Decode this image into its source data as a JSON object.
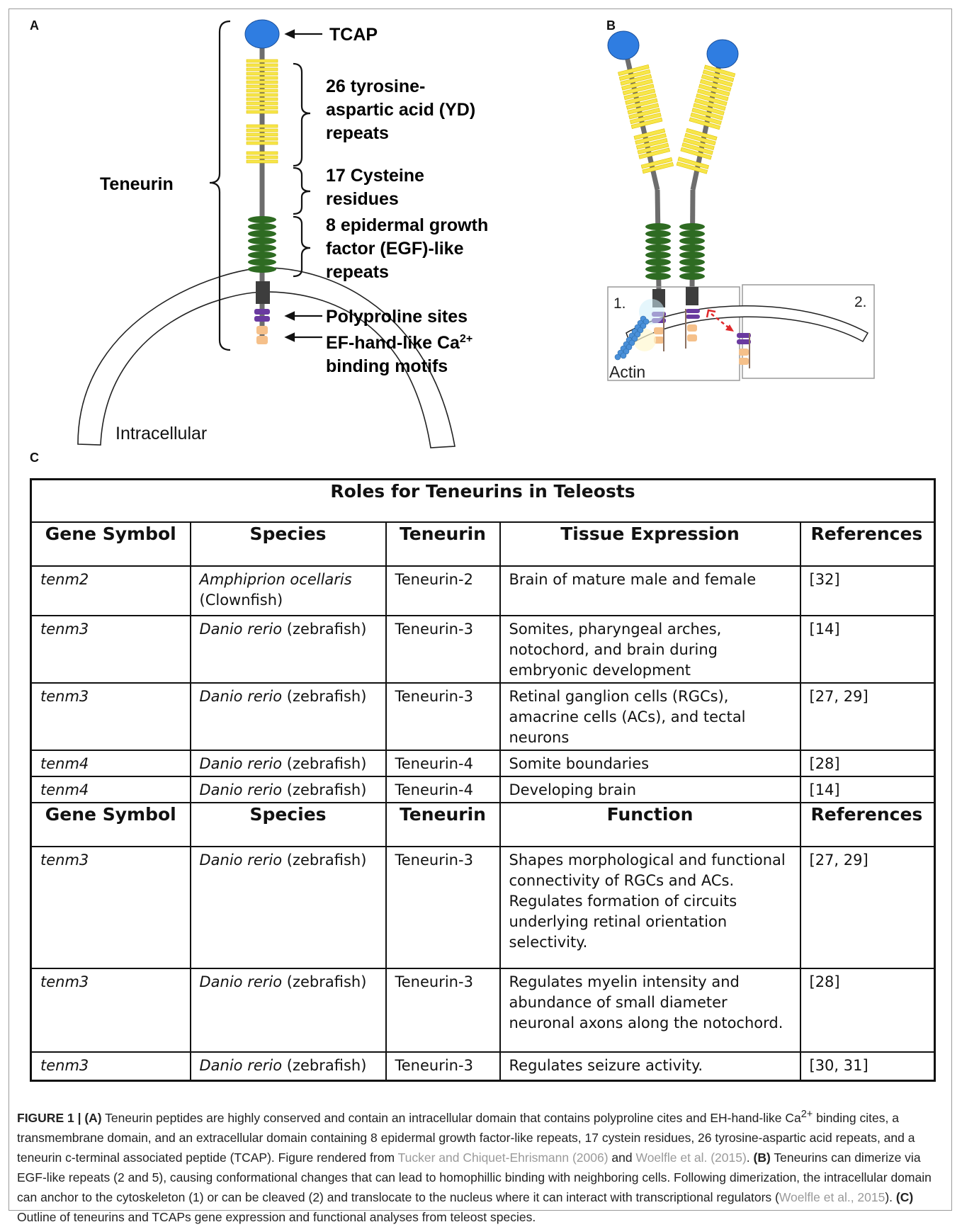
{
  "panels": {
    "a": "A",
    "b": "B",
    "c": "C"
  },
  "panel_a": {
    "tcap": "TCAP",
    "teneurin": "Teneurin",
    "yd_1": "26 tyrosine-",
    "yd_2": "aspartic acid (YD)",
    "yd_3": "repeats",
    "cys_1": "17 Cysteine",
    "cys_2": "residues",
    "egf_1": "8 epidermal growth",
    "egf_2": "factor (EGF)-like",
    "egf_3": "repeats",
    "polyproline": "Polyproline sites",
    "efhand_1": "EF-hand-like Ca",
    "efhand_sup": "2+",
    "efhand_2": "binding motifs",
    "intracellular": "Intracellular"
  },
  "panel_b": {
    "box1": "1.",
    "box2": "2.",
    "actin": "Actin"
  },
  "colors": {
    "tcap": "#2f7de1",
    "yd": "#f7e64a",
    "egf": "#2e6b22",
    "tm": "#3d3d3d",
    "polyproline": "#6a3aa0",
    "efhand": "#f5c08a",
    "arrow_red": "#e0292b"
  },
  "table": {
    "title": "Roles for Teneurins in Teleosts",
    "headers1": [
      "Gene Symbol",
      "Species",
      "Teneurin",
      "Tissue Expression",
      "References"
    ],
    "rows1": [
      {
        "gene": "tenm2",
        "species_italic": "Amphiprion ocellaris",
        "species_common": "(Clownfish)",
        "teneurin": "Teneurin-2",
        "text": "Brain of mature male and female",
        "ref": "[32]"
      },
      {
        "gene": "tenm3",
        "species_italic": "Danio rerio",
        "species_common": "(zebrafish)",
        "teneurin": "Teneurin-3",
        "text": "Somites, pharyngeal arches, notochord, and brain during embryonic development",
        "ref": "[14]"
      },
      {
        "gene": "tenm3",
        "species_italic": "Danio rerio",
        "species_common": "(zebrafish)",
        "teneurin": "Teneurin-3",
        "text": "Retinal ganglion cells (RGCs), amacrine cells (ACs), and tectal neurons",
        "ref": "[27, 29]"
      },
      {
        "gene": "tenm4",
        "species_italic": "Danio rerio",
        "species_common": "(zebrafish)",
        "teneurin": "Teneurin-4",
        "text": "Somite boundaries",
        "ref": "[28]"
      },
      {
        "gene": "tenm4",
        "species_italic": "Danio rerio",
        "species_common": "(zebrafish)",
        "teneurin": "Teneurin-4",
        "text": "Developing brain",
        "ref": "[14]"
      }
    ],
    "headers2": [
      "Gene Symbol",
      "Species",
      "Teneurin",
      "Function",
      "References"
    ],
    "rows2": [
      {
        "gene": "tenm3",
        "species_italic": "Danio rerio",
        "species_common": "(zebrafish)",
        "teneurin": "Teneurin-3",
        "text": "Shapes morphological and functional connectivity of RGCs and ACs.",
        "text2": "Regulates formation of circuits underlying retinal orientation selectivity.",
        "ref": "[27, 29]"
      },
      {
        "gene": "tenm3",
        "species_italic": "Danio rerio",
        "species_common": "(zebrafish)",
        "teneurin": "Teneurin-3",
        "text": "Regulates myelin intensity and abundance of small diameter neuronal axons along the notochord.",
        "ref": "[28]"
      },
      {
        "gene": "tenm3",
        "species_italic": "Danio rerio",
        "species_common": "(zebrafish)",
        "teneurin": "Teneurin-3",
        "text": "Regulates seizure activity.",
        "ref": "[30, 31]"
      }
    ]
  },
  "caption": {
    "label": "FIGURE 1 | ",
    "a_tag": "(A)",
    "a_text": " Teneurin peptides are highly conserved and contain an intracellular domain that contains polyproline cites and EH-hand-like Ca",
    "a_sup": "2+",
    "a_text2": " binding cites, a transmembrane domain, and an extracellular domain containing 8 epidermal growth factor-like repeats, 17 cystein residues, 26 tyrosine-aspartic acid repeats, and a teneurin c-terminal associated peptide (TCAP). Figure rendered from ",
    "ref1": "Tucker and Chiquet-Ehrismann (2006)",
    "and": " and ",
    "ref2": "Woelfle et al. (2015)",
    "dot": ". ",
    "b_tag": "(B)",
    "b_text": " Teneurins can dimerize via EGF-like repeats (2 and 5), causing conformational changes that can lead to homophillic binding with neighboring cells. Following dimerization, the intracellular domain can anchor to the cytoskeleton (1) or can be cleaved (2) and translocate to the nucleus where it can interact with transcriptional regulators (",
    "ref3": "Woelfle et al., 2015",
    "close": "). ",
    "c_tag": "(C)",
    "c_text": " Outline of teneurins and TCAPs gene expression and functional analyses from teleost species."
  }
}
